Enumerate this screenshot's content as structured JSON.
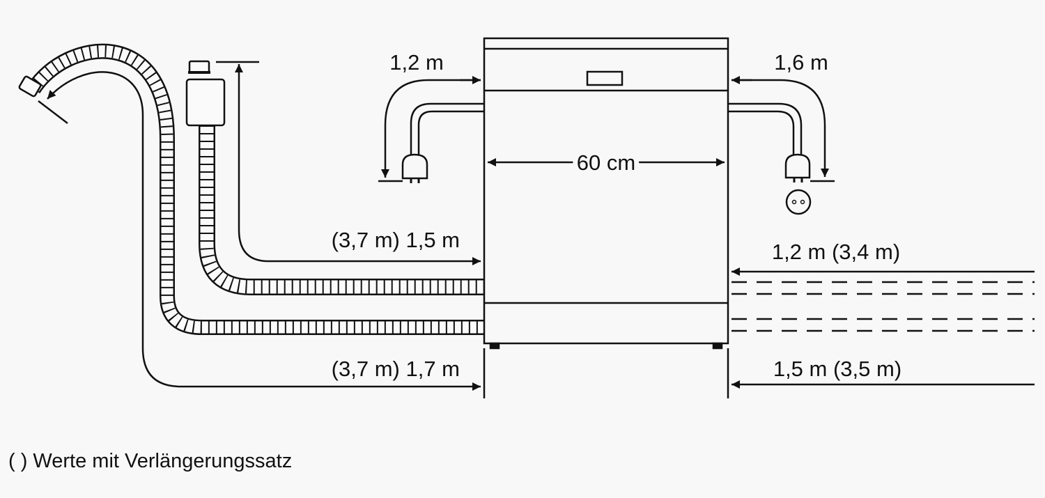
{
  "labels": {
    "left_cord": "1,2 m",
    "right_cord": "1,6 m",
    "width": "60 cm",
    "inlet_hose": "(3,7 m) 1,5 m",
    "drain_hose": "(3,7 m) 1,7 m",
    "right_upper": "1,2 m (3,4 m)",
    "right_lower": "1,5 m (3,5 m)"
  },
  "footnote": "(  ) Werte mit Verlängerungssatz"
}
